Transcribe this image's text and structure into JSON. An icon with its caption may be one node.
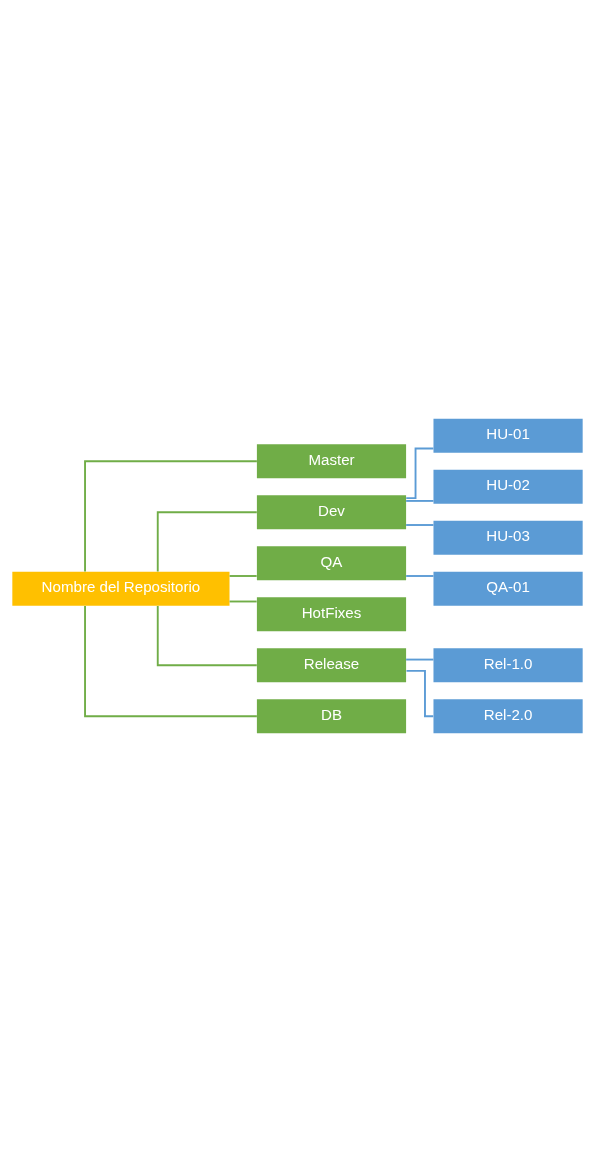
{
  "diagram": {
    "nodes": [
      {
        "text": [
          "Nombre del Repositorio"
        ]
      },
      {
        "text": [
          "Master"
        ]
      },
      {
        "text": [
          "Dev"
        ]
      },
      {
        "text": [
          "HU-01"
        ]
      },
      {
        "text": [
          "HU-02"
        ]
      },
      {
        "text": [
          "HU-03"
        ]
      },
      {
        "text": [
          "QA"
        ]
      },
      {
        "text": [
          "QA-01"
        ]
      },
      {
        "text": [
          "HotFixes"
        ]
      },
      {
        "text": [
          "Release"
        ]
      },
      {
        "text": [
          "Rel-1.0"
        ]
      },
      {
        "text": [
          "Rel-2.0"
        ]
      },
      {
        "text": [
          "DB"
        ]
      }
    ],
    "edges": [
      {
        "from": 0,
        "to": 1,
        "arrow": "none"
      },
      {
        "from": 0,
        "to": 2,
        "arrow": "none"
      },
      {
        "from": 2,
        "to": 3,
        "arrow": "none",
        "color": "#5b9bd5"
      },
      {
        "from": 2,
        "to": 4,
        "arrow": "none",
        "color": "#5b9bd5"
      },
      {
        "from": 2,
        "to": 5,
        "arrow": "none",
        "color": "#5b9bd5"
      },
      {
        "from": 0,
        "to": 6,
        "arrow": "none"
      },
      {
        "from": 6,
        "to": 7,
        "arrow": "none",
        "color": "#5b9bd5"
      },
      {
        "from": 0,
        "to": 8,
        "arrow": "none"
      },
      {
        "from": 0,
        "to": 9,
        "arrow": "none"
      },
      {
        "from": 9,
        "to": 10,
        "arrow": "none",
        "color": "#5b9bd5"
      },
      {
        "from": 9,
        "to": 11,
        "arrow": "none",
        "color": "#5b9bd5"
      },
      {
        "from": 0,
        "to": 12,
        "arrow": "none"
      }
    ]
  }
}
